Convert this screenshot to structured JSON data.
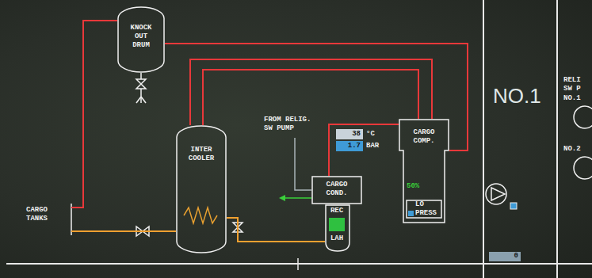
{
  "diagram": {
    "nodes": [
      {
        "text": [
          "KNOCK OUT DRUM"
        ]
      },
      {
        "text": [
          "CARGO TANKS"
        ]
      },
      {
        "text": [
          "INTER COOLER"
        ]
      },
      {
        "text": [
          "38"
        ]
      },
      {
        "text": [
          "1.7"
        ]
      },
      {
        "text": [
          "CARGO COND."
        ]
      },
      {
        "text": [
          "REC",
          "LAH"
        ]
      },
      {
        "text": [
          "CARGO COMP.",
          "50%"
        ]
      },
      {
        "text": [
          "LO PRESS"
        ],
        "in": 7
      },
      {
        "text": [
          "0"
        ]
      }
    ],
    "edges": [
      {
        "from": 1,
        "to": 0,
        "arrow": "none"
      },
      {
        "from": 0,
        "to": 7,
        "arrow": "none"
      },
      {
        "from": 7,
        "to": 2,
        "arrow": "none"
      },
      {
        "from": 2,
        "to": 7,
        "arrow": "none"
      },
      {
        "from": 7,
        "to": 5,
        "arrow": "none"
      },
      {
        "from": 5,
        "to": 6,
        "arrow": "none"
      },
      {
        "from": 6,
        "to": 2,
        "arrow": "none"
      },
      {
        "from": 2,
        "to": 1,
        "arrow": "none"
      }
    ],
    "labels": [
      "FROM RELIG. SW PUMP",
      "°C",
      "BAR",
      "NO.1",
      "RELI",
      "SW P",
      "NO.1",
      "NO.2"
    ]
  }
}
